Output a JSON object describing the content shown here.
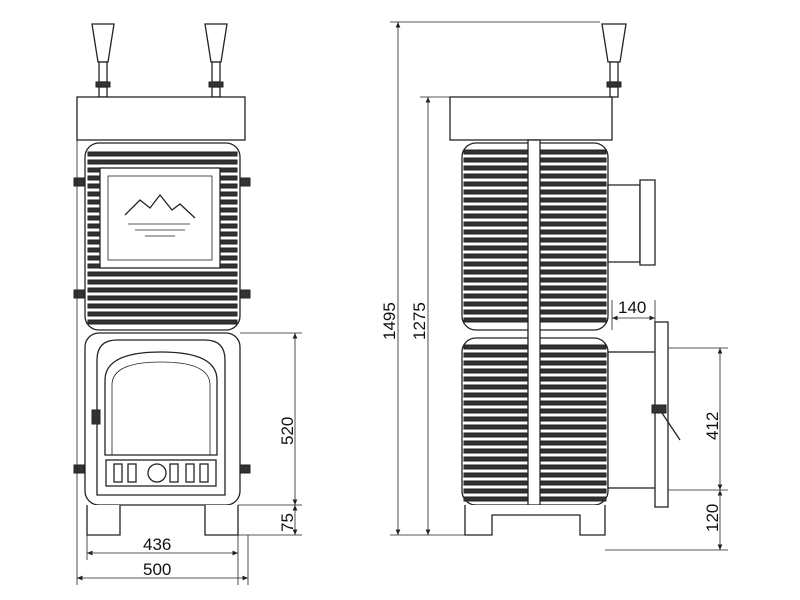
{
  "drawing": {
    "front_view": {
      "dimensions": {
        "firebox_height": "520",
        "leg_height": "75",
        "body_width": "436",
        "overall_width": "500"
      }
    },
    "side_view": {
      "dimensions": {
        "overall_height": "1495",
        "height_to_top": "1275",
        "flue_offset": "140",
        "door_height": "412",
        "door_base": "120"
      }
    }
  }
}
